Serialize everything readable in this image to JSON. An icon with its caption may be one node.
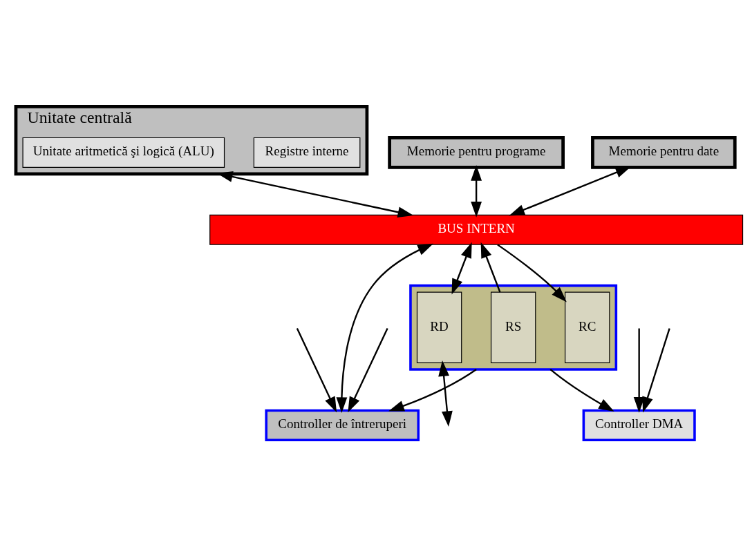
{
  "diagram": {
    "nodes": [
      {
        "text": [
          "Unitate centrală"
        ]
      },
      {
        "text": [
          "Unitate aritmetică şi logică (ALU)"
        ],
        "in": 0
      },
      {
        "text": [
          "Registre interne"
        ],
        "in": 0
      },
      {
        "text": [
          "Memorie pentru programe"
        ]
      },
      {
        "text": [
          "Memorie pentru date"
        ]
      },
      {
        "text": [
          "BUS INTERN"
        ]
      },
      {
        "text": [
          "Controller de întreruperi"
        ]
      },
      {
        "text": [
          "Controller DMA"
        ]
      },
      {
        "text": [],
        "shape": "box"
      },
      {
        "text": [
          "RS"
        ],
        "in": 8
      },
      {
        "text": [
          "RC"
        ],
        "in": 8
      },
      {
        "text": [
          "RD"
        ],
        "in": 8
      }
    ],
    "edges": [
      {
        "from": 0,
        "to": 5,
        "arrow": "both"
      },
      {
        "from": 3,
        "to": 5,
        "arrow": "both"
      },
      {
        "from": 4,
        "to": 5,
        "arrow": "both"
      },
      {
        "from": 5,
        "to": 6,
        "arrow": "both"
      },
      {
        "from": 9,
        "to": 5,
        "arrow": "to"
      },
      {
        "from": 5,
        "to": 10,
        "arrow": "to"
      },
      {
        "from": 5,
        "to": 11,
        "arrow": "both"
      },
      {
        "from": 11,
        "to": null,
        "arrow": "both"
      },
      {
        "from": 8,
        "to": 6,
        "arrow": "to"
      },
      {
        "from": 8,
        "to": 7,
        "arrow": "to"
      },
      {
        "from": null,
        "to": 6,
        "arrow": "to"
      },
      {
        "from": null,
        "to": 6,
        "arrow": "to"
      },
      {
        "from": null,
        "to": 7,
        "arrow": "to"
      },
      {
        "from": null,
        "to": 7,
        "arrow": "to"
      }
    ]
  }
}
